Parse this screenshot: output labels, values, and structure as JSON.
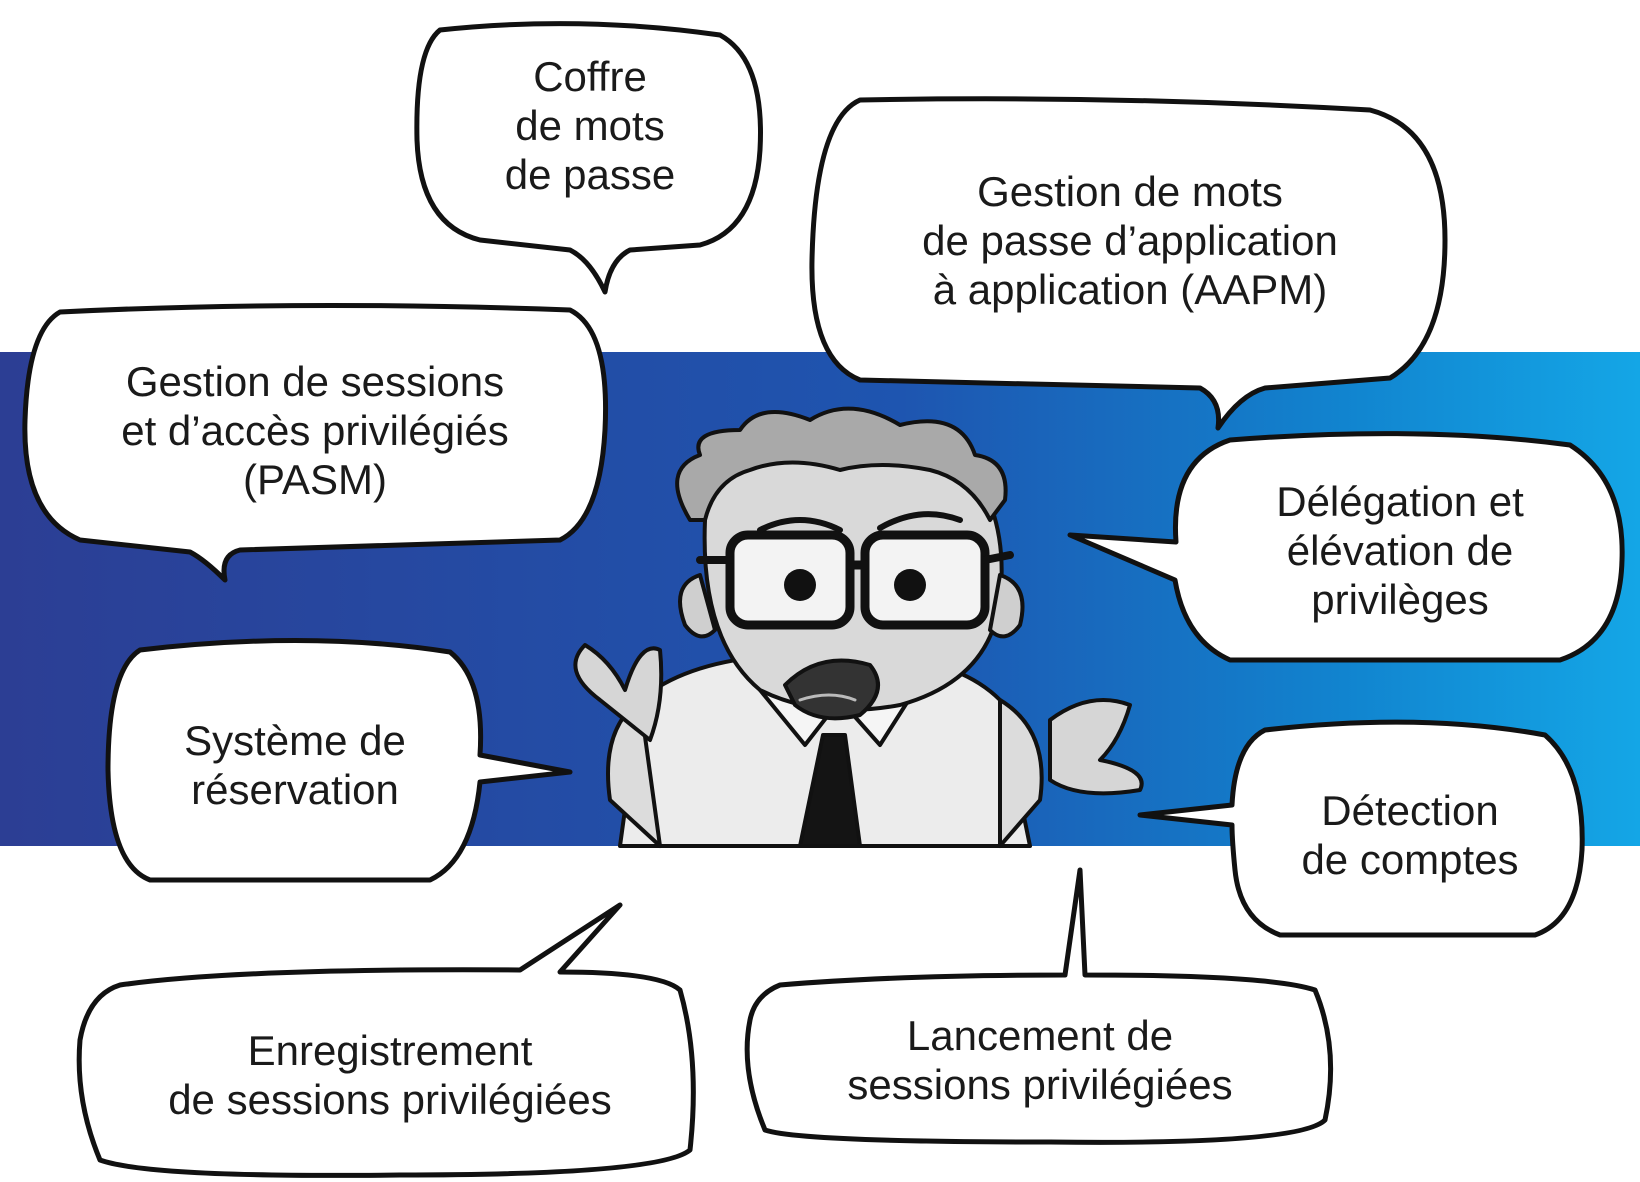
{
  "bubbles": {
    "vault": "Coffre\nde mots\nde passe",
    "aapm": "Gestion de mots\nde passe d’application\nà application (AAPM)",
    "pasm": "Gestion de sessions\net d’accès privilégiés\n(PASM)",
    "delegation": "Délégation et\nélévation de\nprivilèges",
    "reservation": "Système de\nréservation",
    "discovery": "Détection\nde comptes",
    "recording": "Enregistrement\nde sessions privilégiées",
    "launch": "Lancement de\nsessions privilégiées"
  },
  "colors": {
    "band_left": "#2c3e94",
    "band_right": "#14a6e6"
  }
}
